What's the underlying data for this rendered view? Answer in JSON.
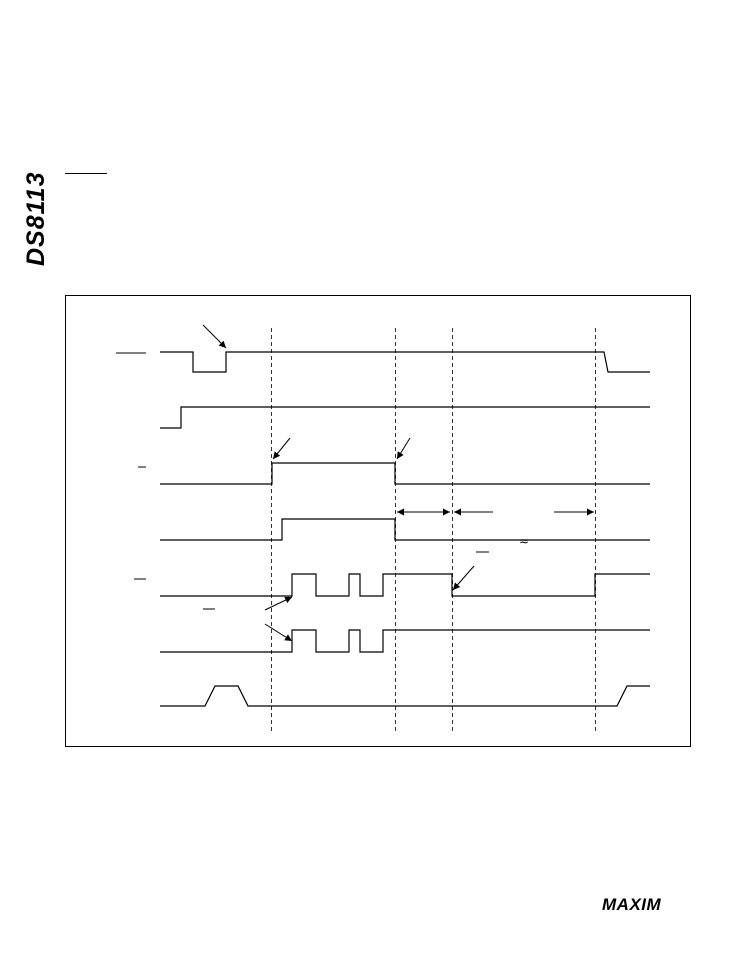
{
  "page": {
    "side_title": "DS8113"
  },
  "logo": {
    "name": "maxim-logo",
    "text": "MAXIM"
  },
  "diagram": {
    "type": "timing-diagram",
    "stroke_color": "#000000",
    "background_color": "#ffffff",
    "signal_count": 7,
    "break_symbol": "≈"
  }
}
